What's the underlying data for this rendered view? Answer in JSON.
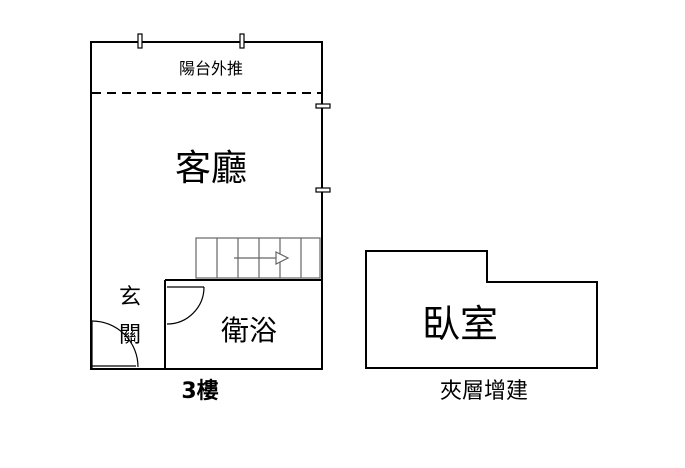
{
  "floor_3f": {
    "balcony_label": "陽台外推",
    "living_room_label": "客廳",
    "entrance_label_top": "玄",
    "entrance_label_bottom": "關",
    "bathroom_label": "衛浴",
    "caption": "3樓"
  },
  "mezzanine": {
    "bedroom_label": "臥室",
    "caption": "夾層增建"
  },
  "colors": {
    "line": "#000000",
    "stair_line": "#666666",
    "background": "#ffffff"
  }
}
